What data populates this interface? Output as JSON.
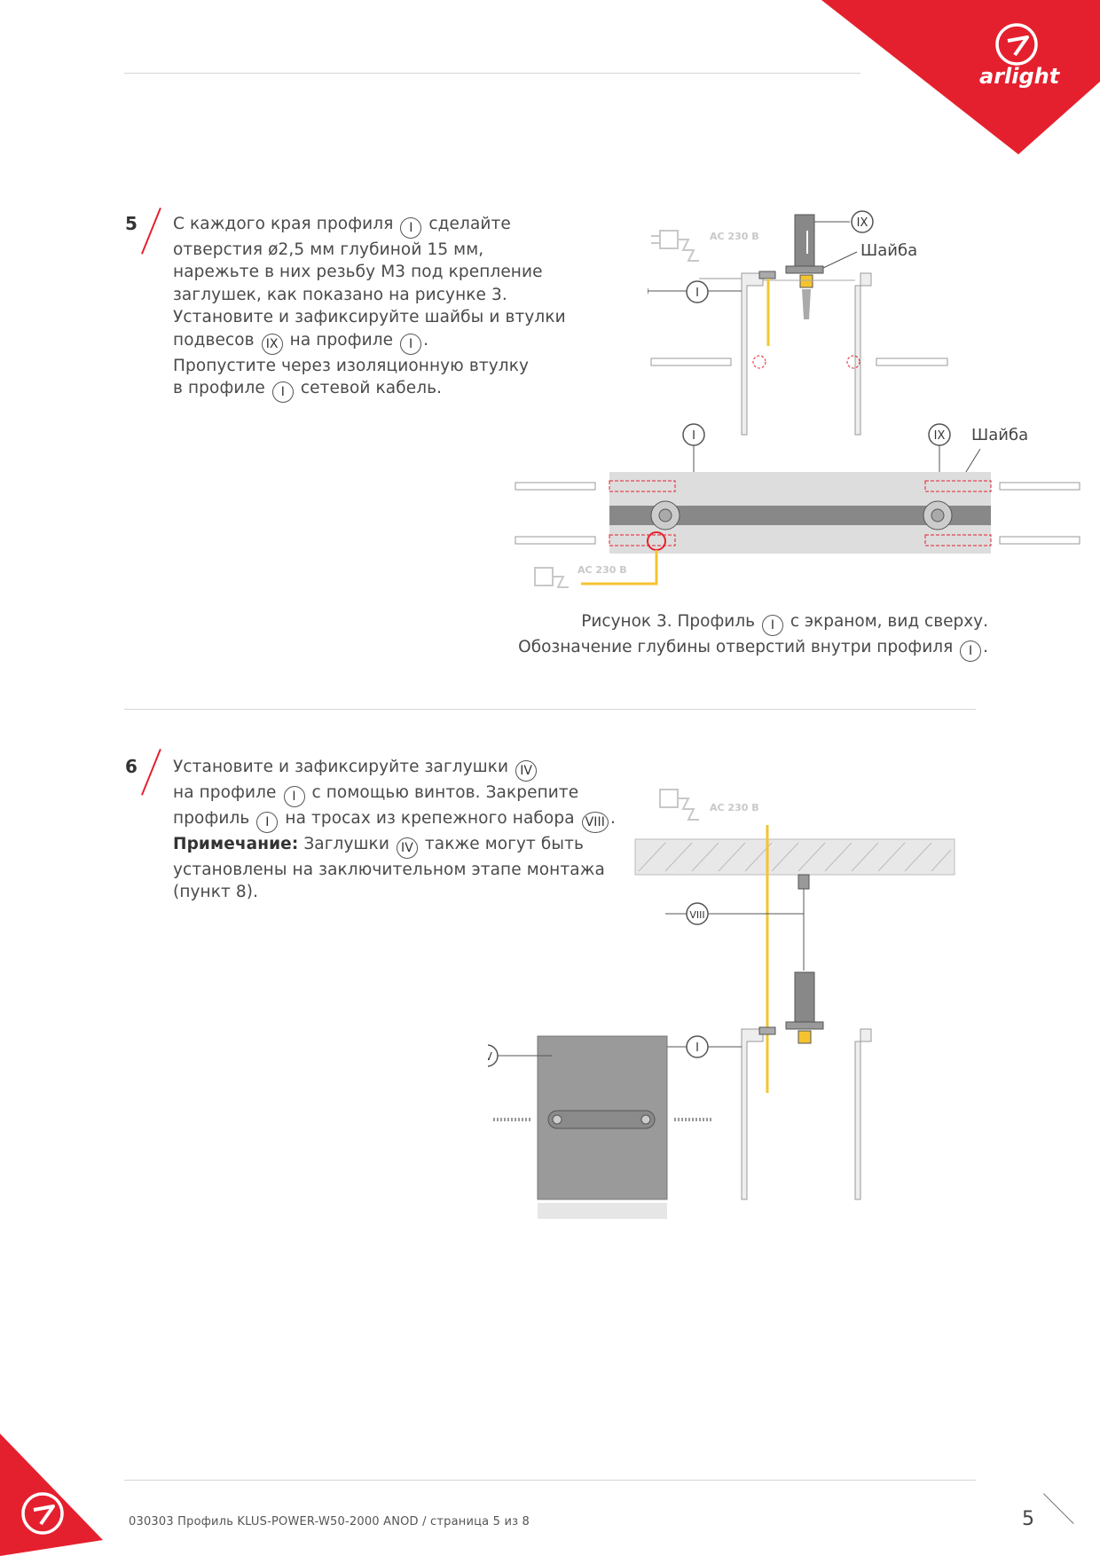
{
  "brand": {
    "logo_text": "arlight",
    "accent": "#e5202e"
  },
  "step5": {
    "number": "5",
    "lines": [
      [
        "С каждого края профиля ",
        "I",
        " сделайте"
      ],
      [
        "отверстия ø2,5 мм глубиной 15 мм,"
      ],
      [
        "нарежьте в них резьбу М3 под крепление"
      ],
      [
        "заглушек, как показано на рисунке 3."
      ],
      [
        "Установите и зафиксируйте шайбы и втулки"
      ],
      [
        "подвесов ",
        "IX",
        " на профиле ",
        "I",
        "."
      ],
      [
        "Пропустите через изоляционную втулку"
      ],
      [
        "в профиле ",
        "I",
        " сетевой кабель."
      ]
    ],
    "fig_top": {
      "label_ix": "IX",
      "label_washer": "Шайба",
      "label_i": "I",
      "ac": "AC 230 B"
    },
    "fig_bottom": {
      "label_i": "I",
      "label_ix": "IX",
      "label_washer": "Шайба",
      "ac": "AC 230 B"
    },
    "caption_line1_a": "Рисунок 3. Профиль ",
    "caption_line1_mark": "I",
    "caption_line1_b": " с экраном, вид сверху.",
    "caption_line2_a": "Обозначение глубины отверстий внутри профиля ",
    "caption_line2_mark": "I",
    "caption_line2_b": "."
  },
  "step6": {
    "number": "6",
    "l1a": "Установите и зафиксируйте заглушки ",
    "l1m": "IV",
    "l2a": "на профиле ",
    "l2m": "I",
    "l2b": " с помощью винтов. Закрепите",
    "l3a": "профиль ",
    "l3m": "I",
    "l3b": " на тросах из крепежного набора ",
    "l3m2": "VIII",
    "l3c": ".",
    "l4note": "Примечание:",
    "l4a": " Заглушки ",
    "l4m": "IV",
    "l4b": " также могут быть",
    "l5": "установлены на заключительном этапе монтажа",
    "l6": "(пункт 8).",
    "fig": {
      "ac": "AC 230 B",
      "label_viii": "VIII",
      "label_i": "I",
      "label_iv": "IV"
    }
  },
  "footer": {
    "text": "030303 Профиль KLUS-POWER-W50-2000 ANOD / страница 5 из 8",
    "page": "5"
  }
}
